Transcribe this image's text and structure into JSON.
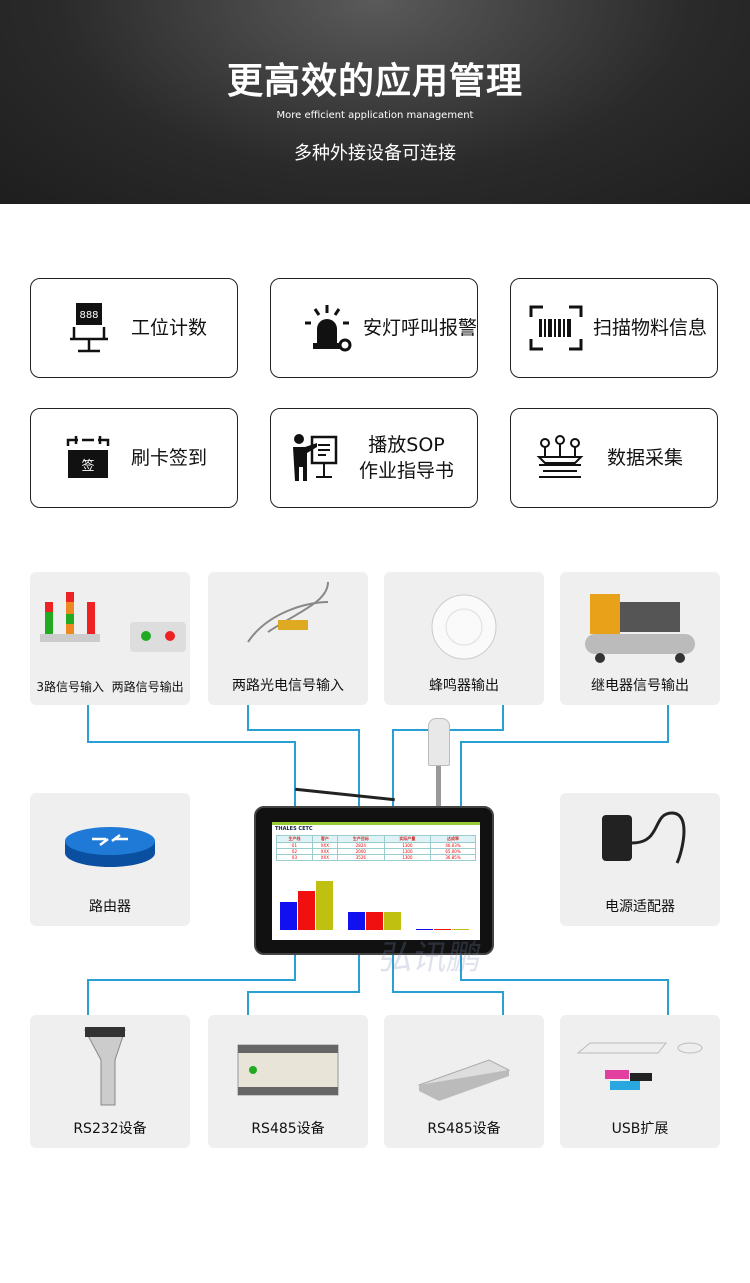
{
  "header": {
    "title": "更高效的应用管理",
    "subtitle": "More efficient application management",
    "tagline": "多种外接设备可连接"
  },
  "features": [
    {
      "label": "工位计数",
      "icon": "counter-display-icon",
      "icon_text": "888"
    },
    {
      "label": "安灯呼叫报警",
      "icon": "alarm-light-icon"
    },
    {
      "label": "扫描物料信息",
      "icon": "barcode-scan-icon"
    },
    {
      "label": "刷卡签到",
      "icon": "card-checkin-icon",
      "icon_text": "签"
    },
    {
      "label_line1": "播放SOP",
      "label_line2": "作业指导书",
      "icon": "presenter-board-icon"
    },
    {
      "label": "数据采集",
      "icon": "data-collection-icon"
    }
  ],
  "devices": {
    "top": [
      {
        "label": "3路信号输入",
        "label2": "两路信号输出"
      },
      {
        "label": "两路光电信号输入"
      },
      {
        "label": "蜂鸣器输出"
      },
      {
        "label": "继电器信号输出"
      }
    ],
    "middle": [
      {
        "label": "路由器"
      },
      {
        "label": "电源适配器"
      }
    ],
    "bottom": [
      {
        "label": "RS232设备"
      },
      {
        "label": "RS485设备"
      },
      {
        "label": "RS485设备"
      },
      {
        "label": "USB扩展"
      }
    ]
  },
  "screen": {
    "brand": "THALES CETC",
    "headers": [
      "生产线",
      "客户",
      "生产目标",
      "实际产量",
      "达成率"
    ],
    "rows": [
      [
        "01",
        "XXX",
        "2824",
        "1300",
        "46.03%"
      ],
      [
        "02",
        "XXX",
        "2000",
        "1300",
        "65.00%"
      ],
      [
        "03",
        "XXX",
        "3526",
        "1300",
        "36.85%"
      ]
    ],
    "bars": [
      2000,
      2824,
      3526,
      1300,
      1300,
      1300,
      0,
      0,
      0
    ],
    "bar_colors": [
      "#1010f0",
      "#f01010",
      "#c0c010"
    ]
  },
  "watermark": "弘讯鹏",
  "colors": {
    "line": "#2a9fd6"
  }
}
